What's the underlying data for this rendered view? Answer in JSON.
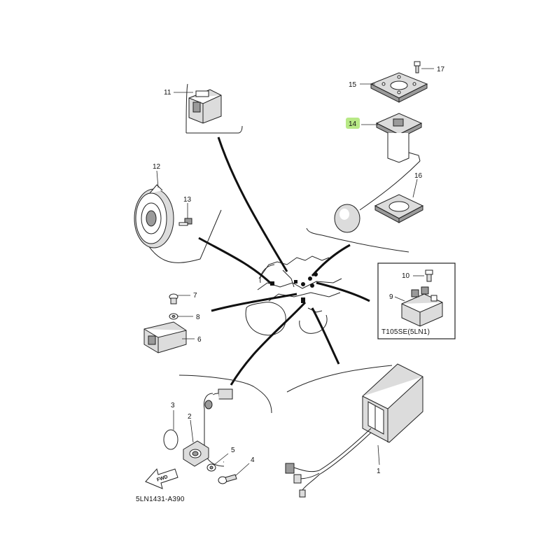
{
  "diagram": {
    "reference_code": "5LN1431-A390",
    "fwd_label": "FWD",
    "inset_label": "T105SE(5LN1)",
    "highlight_color": "#b8e986",
    "callouts": {
      "c1": "1",
      "c2": "2",
      "c3": "3",
      "c4": "4",
      "c5": "5",
      "c6": "6",
      "c7": "7",
      "c8": "8",
      "c9": "9",
      "c10": "10",
      "c11": "11",
      "c12": "12",
      "c13": "13",
      "c14": "14",
      "c15": "15",
      "c16": "16",
      "c17": "17"
    },
    "highlighted_callout": "14"
  }
}
